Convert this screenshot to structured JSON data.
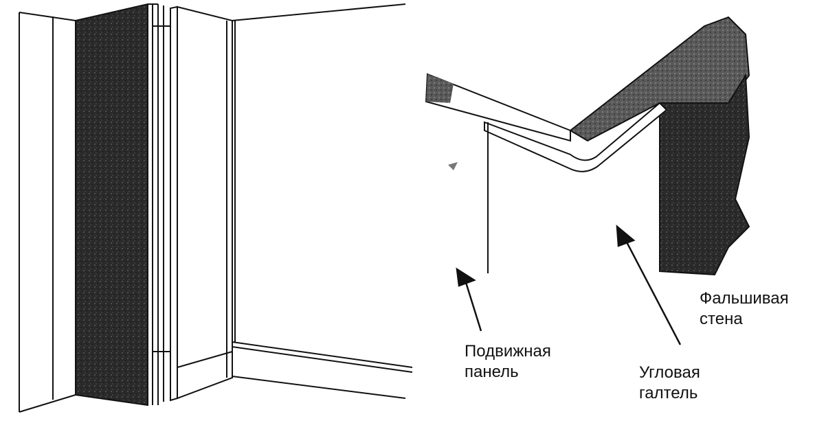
{
  "labels": {
    "movable_panel": {
      "line1": "Подвижная",
      "line2": "панель"
    },
    "corner_fillet": {
      "line1": "Угловая",
      "line2": "галтель"
    },
    "false_wall": {
      "line1": "Фальшивая",
      "line2": "стена"
    }
  },
  "colors": {
    "ink": "#111111",
    "texture": "#2b2b2b",
    "background": "#ffffff"
  }
}
